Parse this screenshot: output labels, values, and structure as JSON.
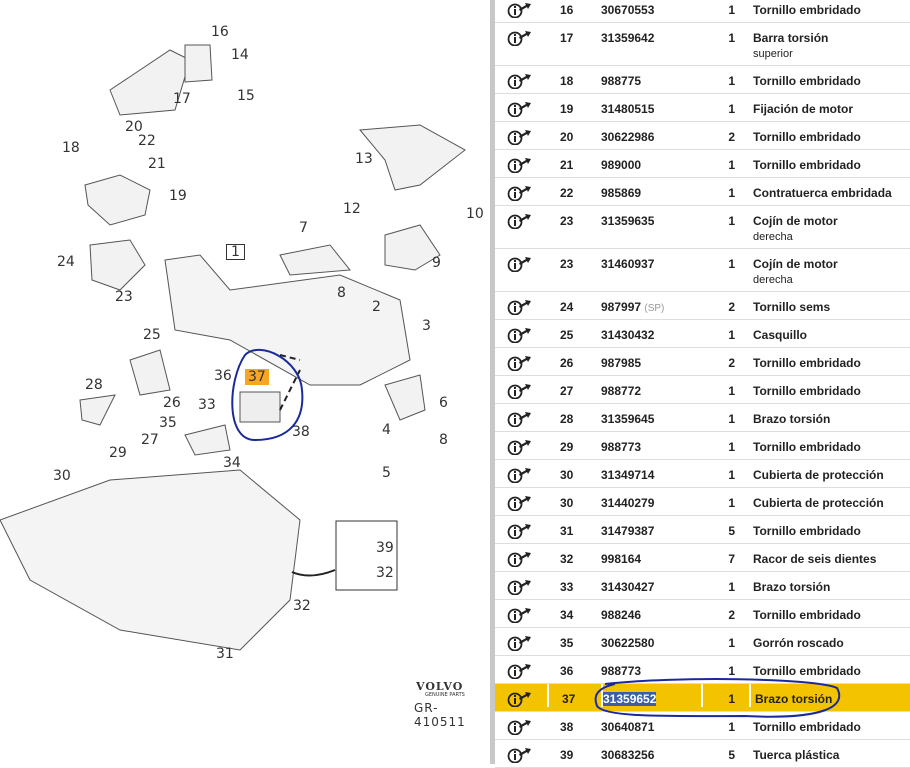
{
  "diagram": {
    "callouts": [
      "16",
      "14",
      "17",
      "15",
      "20",
      "22",
      "21",
      "18",
      "19",
      "13",
      "12",
      "10",
      "7",
      "1",
      "24",
      "9",
      "23",
      "8",
      "2",
      "3",
      "25",
      "37",
      "36",
      "28",
      "26",
      "6",
      "33",
      "35",
      "27",
      "38",
      "4",
      "8",
      "29",
      "34",
      "5",
      "30",
      "39",
      "32",
      "32",
      "31"
    ],
    "logo": "VOLVO",
    "logo_sub": "GENUINE PARTS",
    "code": "GR-410511",
    "highlighted_callout": "37"
  },
  "parts": [
    {
      "pos": "16",
      "number": "30670553",
      "qty": "1",
      "desc": "Tornillo embridado"
    },
    {
      "pos": "17",
      "number": "31359642",
      "qty": "1",
      "desc": "Barra torsión",
      "sub": "superior"
    },
    {
      "pos": "18",
      "number": "988775",
      "qty": "1",
      "desc": "Tornillo embridado"
    },
    {
      "pos": "19",
      "number": "31480515",
      "qty": "1",
      "desc": "Fijación de motor"
    },
    {
      "pos": "20",
      "number": "30622986",
      "qty": "2",
      "desc": "Tornillo embridado"
    },
    {
      "pos": "21",
      "number": "989000",
      "qty": "1",
      "desc": "Tornillo embridado"
    },
    {
      "pos": "22",
      "number": "985869",
      "qty": "1",
      "desc": "Contratuerca embridada"
    },
    {
      "pos": "23",
      "number": "31359635",
      "qty": "1",
      "desc": "Cojín de motor",
      "sub": "derecha"
    },
    {
      "pos": "23",
      "number": "31460937",
      "qty": "1",
      "desc": "Cojín de motor",
      "sub": "derecha"
    },
    {
      "pos": "24",
      "number": "987997",
      "tag": "(SP)",
      "qty": "2",
      "desc": "Tornillo sems"
    },
    {
      "pos": "25",
      "number": "31430432",
      "qty": "1",
      "desc": "Casquillo"
    },
    {
      "pos": "26",
      "number": "987985",
      "qty": "2",
      "desc": "Tornillo embridado"
    },
    {
      "pos": "27",
      "number": "988772",
      "qty": "1",
      "desc": "Tornillo embridado"
    },
    {
      "pos": "28",
      "number": "31359645",
      "qty": "1",
      "desc": "Brazo torsión"
    },
    {
      "pos": "29",
      "number": "988773",
      "qty": "1",
      "desc": "Tornillo embridado"
    },
    {
      "pos": "30",
      "number": "31349714",
      "qty": "1",
      "desc": "Cubierta de protección"
    },
    {
      "pos": "30",
      "number": "31440279",
      "qty": "1",
      "desc": "Cubierta de protección"
    },
    {
      "pos": "31",
      "number": "31479387",
      "qty": "5",
      "desc": "Tornillo embridado"
    },
    {
      "pos": "32",
      "number": "998164",
      "qty": "7",
      "desc": "Racor de seis dientes"
    },
    {
      "pos": "33",
      "number": "31430427",
      "qty": "1",
      "desc": "Brazo torsión"
    },
    {
      "pos": "34",
      "number": "988246",
      "qty": "2",
      "desc": "Tornillo embridado"
    },
    {
      "pos": "35",
      "number": "30622580",
      "qty": "1",
      "desc": "Gorrón roscado"
    },
    {
      "pos": "36",
      "number": "988773",
      "qty": "1",
      "desc": "Tornillo embridado"
    },
    {
      "pos": "37",
      "number": "31359652",
      "qty": "1",
      "desc": "Brazo torsión",
      "selected": true
    },
    {
      "pos": "38",
      "number": "30640871",
      "qty": "1",
      "desc": "Tornillo embridado"
    },
    {
      "pos": "39",
      "number": "30683256",
      "qty": "5",
      "desc": "Tuerca plástica"
    }
  ],
  "colors": {
    "highlight": "#f4c300",
    "annotation": "#1a2a9a",
    "callout_highlight": "#f5a623"
  }
}
